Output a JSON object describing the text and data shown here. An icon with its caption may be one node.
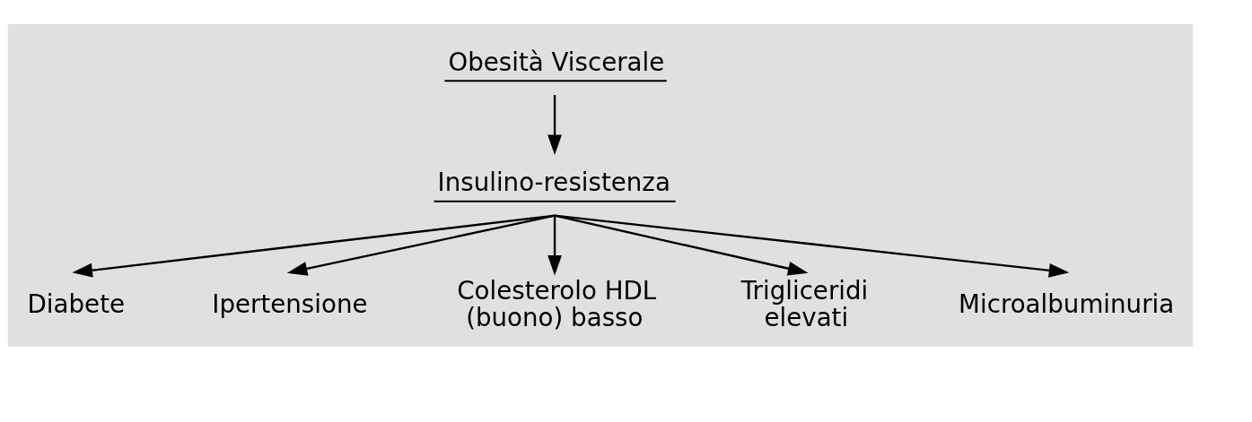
{
  "diagram": {
    "nodes": [
      {
        "text": [
          "Obesità Viscerale"
        ]
      },
      {
        "text": [
          "Insulino-resistenza"
        ]
      },
      {
        "text": [
          "Diabete"
        ]
      },
      {
        "text": [
          "Ipertensione"
        ]
      },
      {
        "text": [
          "Colesterolo HDL (buono) basso"
        ]
      },
      {
        "text": [
          "Trigliceridi elevati"
        ]
      },
      {
        "text": [
          "Microalbuminuria"
        ]
      }
    ],
    "edges": [
      {
        "from": 0,
        "to": 1,
        "arrow": "to"
      },
      {
        "from": 1,
        "to": 2,
        "arrow": "to"
      },
      {
        "from": 1,
        "to": 3,
        "arrow": "to"
      },
      {
        "from": 1,
        "to": 4,
        "arrow": "to"
      },
      {
        "from": 1,
        "to": 5,
        "arrow": "to"
      },
      {
        "from": 1,
        "to": 6,
        "arrow": "to"
      }
    ]
  }
}
